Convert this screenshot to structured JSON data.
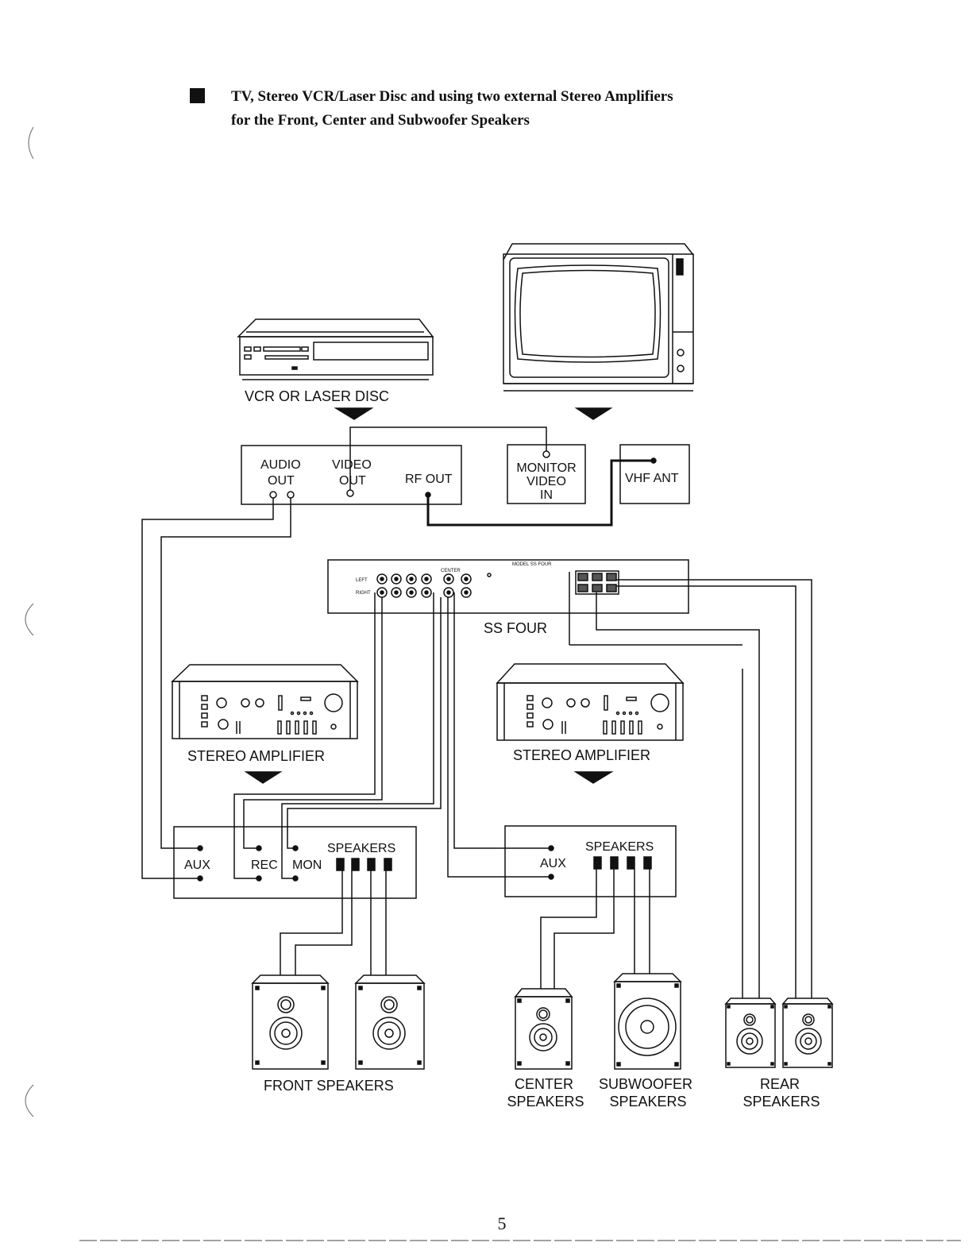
{
  "header": {
    "title_line1": "TV, Stereo VCR/Laser Disc and using two external Stereo Amplifiers",
    "title_line2": "for the Front, Center and Subwoofer Speakers"
  },
  "devices": {
    "vcr": "VCR OR LASER DISC",
    "ss_four": "SS FOUR",
    "amp_left": "STEREO AMPLIFIER",
    "amp_right": "STEREO AMPLIFIER"
  },
  "vcr_panel": {
    "audio_out_1": "AUDIO",
    "audio_out_2": "OUT",
    "video_out_1": "VIDEO",
    "video_out_2": "OUT",
    "rf_out": "RF OUT"
  },
  "tv_panel": {
    "monitor_1": "MONITOR",
    "monitor_2": "VIDEO",
    "monitor_3": "IN",
    "vhf_ant": "VHF ANT"
  },
  "ss_four_panel": {
    "center": "CENTER",
    "left": "LEFT",
    "right": "RIGHT",
    "model": "MODEL SS FOUR"
  },
  "amp_left_inputs": {
    "aux": "AUX",
    "rec": "REC",
    "mon": "MON",
    "speakers": "SPEAKERS"
  },
  "amp_right_inputs": {
    "aux": "AUX",
    "speakers": "SPEAKERS"
  },
  "speakers": {
    "front": "FRONT SPEAKERS",
    "center_1": "CENTER",
    "center_2": "SPEAKERS",
    "sub_1": "SUBWOOFER",
    "sub_2": "SPEAKERS",
    "rear_1": "REAR",
    "rear_2": "SPEAKERS"
  },
  "footer": {
    "page_number": "5"
  }
}
